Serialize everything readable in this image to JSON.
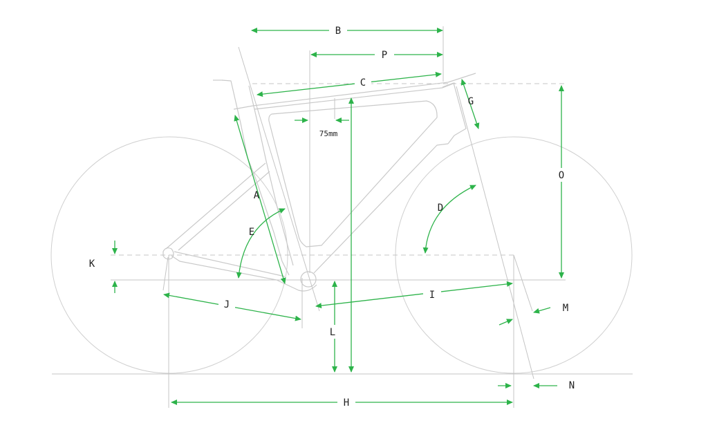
{
  "colors": {
    "accent": "#2db34a",
    "lines": "#c9c9c9",
    "text": "#222222"
  },
  "labels": {
    "A": "A",
    "B": "B",
    "C": "C",
    "D": "D",
    "E": "E",
    "G": "G",
    "H": "H",
    "I": "I",
    "J": "J",
    "K": "K",
    "L": "L",
    "M": "M",
    "N": "N",
    "O": "O",
    "P": "P",
    "measure_75": "75mm"
  }
}
